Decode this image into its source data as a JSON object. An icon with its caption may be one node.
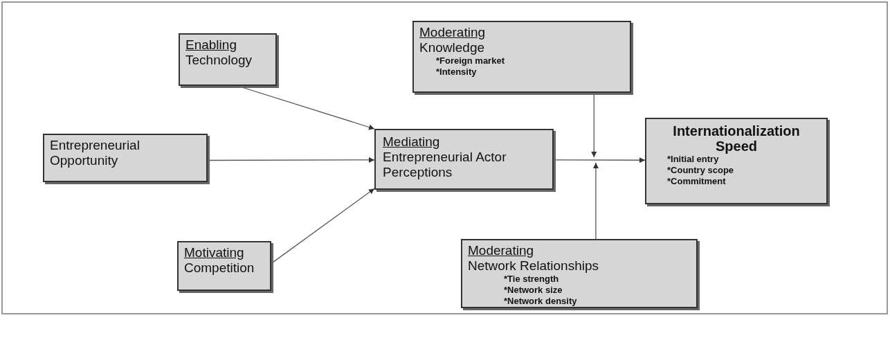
{
  "diagram": {
    "nodes": [
      {
        "text": [
          "Enabling",
          "Technology"
        ]
      },
      {
        "text": [
          "Entrepreneurial Opportunity"
        ]
      },
      {
        "text": [
          "Motivating",
          "Competition"
        ]
      },
      {
        "text": [
          "Mediating",
          "Entrepreneurial Actor Perceptions"
        ]
      },
      {
        "text": [
          "Moderating",
          "Knowledge",
          "*Foreign market",
          "*Intensity"
        ]
      },
      {
        "text": [
          "Internationalization Speed",
          "*Initial entry",
          "*Country scope",
          "*Commitment"
        ]
      },
      {
        "text": [
          "Moderating",
          "Network Relationships",
          "*Tie strength",
          "*Network size",
          "*Network density"
        ]
      }
    ],
    "edges": [
      {
        "from": 0,
        "to": 3,
        "arrow": "to"
      },
      {
        "from": 1,
        "to": 3,
        "arrow": "to"
      },
      {
        "from": 2,
        "to": 3,
        "arrow": "to"
      },
      {
        "from": 3,
        "to": 5,
        "arrow": "to"
      },
      {
        "from": 4,
        "to": null,
        "arrow": "to"
      },
      {
        "from": 6,
        "to": null,
        "arrow": "to"
      }
    ]
  }
}
